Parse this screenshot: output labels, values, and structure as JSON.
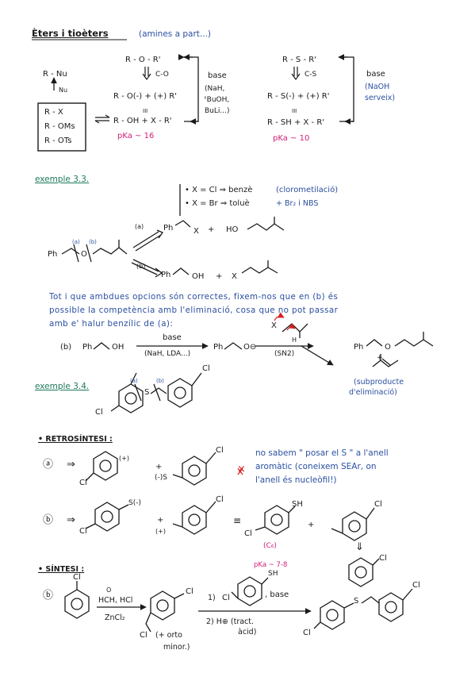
{
  "header": {
    "title": "Èters i tioèters",
    "subtitle": "(amines a part...)"
  },
  "ethers": {
    "r_nu": "R - Nu",
    "nu": "Nu",
    "leaving": [
      "R - X",
      "R - OMs",
      "R - OTs"
    ],
    "ether": "R - O - R'",
    "cleave": "C-O",
    "ions": "R - O(-)  +  (+) R'",
    "eq": "III",
    "reagents": "R - OH  +  X - R'",
    "pka": "pKa ~ 16",
    "base": "base",
    "base_list": [
      "(NaH,",
      "ᵗBuOH,",
      "BuLi...)"
    ]
  },
  "thioethers": {
    "ether": "R - S - R'",
    "cleave": "C-S",
    "ions": "R - S(-)  +  (+) R'",
    "eq": "III",
    "reagents": "R - SH  +  X - R'",
    "pka": "pKa ~ 10",
    "base": "base",
    "base_list": [
      "(NaOH",
      "serveix)"
    ]
  },
  "ex33": {
    "label": "exemple 3.3.",
    "x_cl": "• X = Cl  ⇒  benzè",
    "x_cl_note": "(clorometilació)",
    "x_br": "• X = Br  ⇒  toluè",
    "x_br_note": "+ Br₂ i NBS",
    "a": "(a)",
    "b": "(b)",
    "ph": "Ph",
    "o": "O",
    "prod_a_1": "Ph",
    "prod_a_x": "X",
    "plus": "+",
    "prod_a_ho": "HO",
    "prod_b_ph": "Ph",
    "prod_b_oh": "OH",
    "prod_b_x": "X",
    "para_lines": [
      "Tot i que ambdues opcions són correctes, fixem-nos que en (b) és",
      "possible la competència amb l'eliminació, cosa que no pot passar",
      "amb e' halur benzílic de (a):"
    ],
    "rxn_b": "(b)",
    "rxn_ph": "Ph",
    "rxn_oh": "OH",
    "rxn_base": "base",
    "rxn_conds": "(NaH, LDA...)",
    "rxn_ph2": "Ph",
    "rxn_o": "O⊖",
    "sn2": "(SN2)",
    "x": "X",
    "h": "H",
    "prod_ph": "Ph",
    "prod_o": "O",
    "plus2": "+",
    "elim": [
      "(subproducte",
      "d'eliminació)"
    ]
  },
  "ex34": {
    "label": "exemple 3.4.",
    "a": "(a)",
    "b": "(b)",
    "cl_top": "Cl",
    "cl_bottom": "Cl",
    "s": "S"
  },
  "retro": {
    "label": "• RETROSÍNTESI :",
    "a": "ⓐ",
    "b": "ⓑ",
    "arrow": "⇒",
    "a_plus_sup": "(+)",
    "a_plus": "+",
    "a_s": "(-)S",
    "a_cl1": "Cl",
    "a_cl2": "Cl",
    "cross": "×",
    "a_note": [
      "no sabem \" posar el S \" a l'anell",
      "aromàtic (coneixem SEAr, on",
      "l'anell és nucleòfil!)"
    ],
    "b_s": "S(-)",
    "b_plus": "+",
    "b_plus_sup": "(+)",
    "b_cl1": "Cl",
    "b_cl2": "Cl",
    "b_eq": "≡",
    "b_sh": "SH",
    "b_cl3": "Cl",
    "b_c6": "(C₆)",
    "b_plus2": "+",
    "b_cl4": "Cl",
    "b_dbl": "⇓",
    "b_cl5": "Cl"
  },
  "synth": {
    "label": "• SÍNTESI :",
    "b": "ⓑ",
    "cl1": "Cl",
    "reagent1_o": "O",
    "reagent1": "HCH, HCl",
    "reagent1_cat": "ZnCl₂",
    "cl2": "Cl",
    "cl3": "Cl",
    "minor": [
      "(+ orto",
      "minor.)"
    ],
    "pka": "pKa ~ 7-8",
    "sh": "SH",
    "step1": "1)",
    "cl4": "Cl",
    "base": ", base",
    "step2": "2) H⊕ (tract.",
    "step2b": "àcid)",
    "cl5": "Cl",
    "s": "S",
    "cl6": "Cl"
  }
}
